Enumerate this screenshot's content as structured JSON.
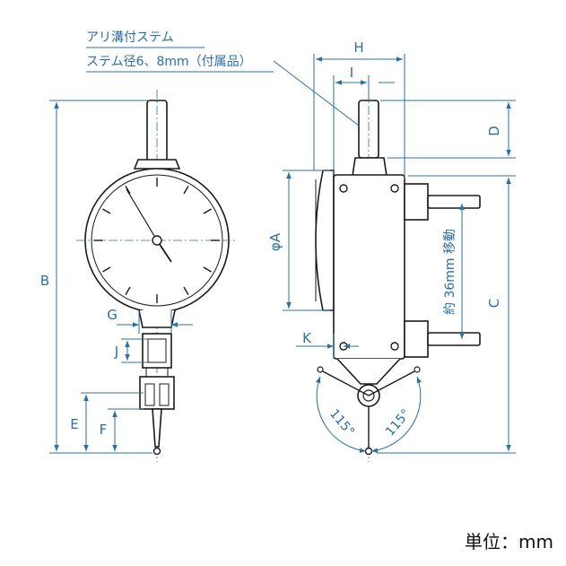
{
  "callout": {
    "line1": "アリ溝付ステム",
    "line2": "ステム径6、8mm（付属品）"
  },
  "dimensions": {
    "H": "H",
    "I": "I",
    "D": "D",
    "B": "B",
    "G": "G",
    "J": "J",
    "E": "E",
    "F": "F",
    "phiA": "φA",
    "K": "K",
    "C": "C"
  },
  "stroke_label": "約 36mm 移動",
  "angles": {
    "left": "115°",
    "right": "115°"
  },
  "unit": "単位：mm",
  "colors": {
    "dimension": "#2b6fa6",
    "outline": "#1a1a1a"
  }
}
